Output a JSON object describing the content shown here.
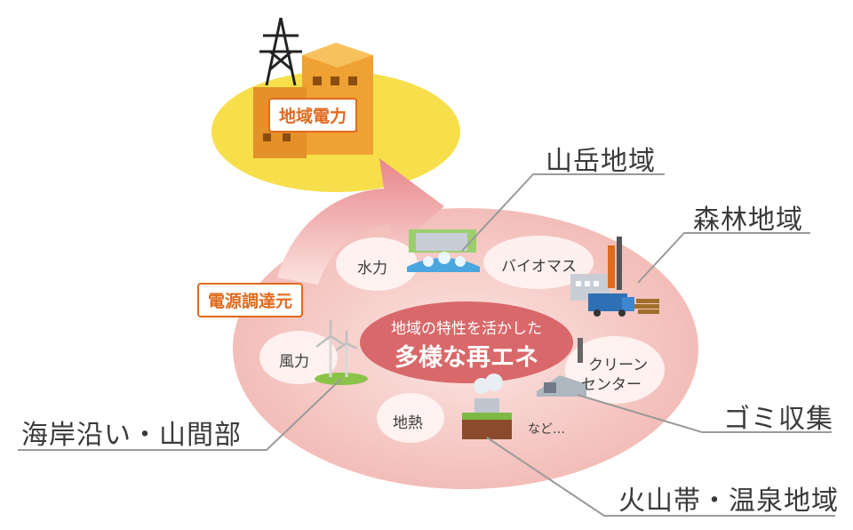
{
  "power_company_label": "地域電力",
  "supply_label": "電源調達元",
  "center": {
    "line1": "地域の特性を活かした",
    "line2": "多様な再エネ"
  },
  "sources": {
    "hydro": "水力",
    "biomass": "バイオマス",
    "wind": "風力",
    "clean_center_line1": "クリーン",
    "clean_center_line2": "センター",
    "geothermal": "地熱",
    "etc": "など…"
  },
  "regions": {
    "mountain": "山岳地域",
    "forest": "森林地域",
    "coast_mountain": "海岸沿い・山間部",
    "garbage": "ゴミ収集",
    "volcano_hotspring": "火山帯・温泉地域"
  },
  "colors": {
    "oval_fill": "#f5c7c3",
    "center_fill": "#d9686a",
    "accent_orange": "#e06a1e",
    "yellow": "#f6df4b",
    "building": "#f0a133"
  }
}
